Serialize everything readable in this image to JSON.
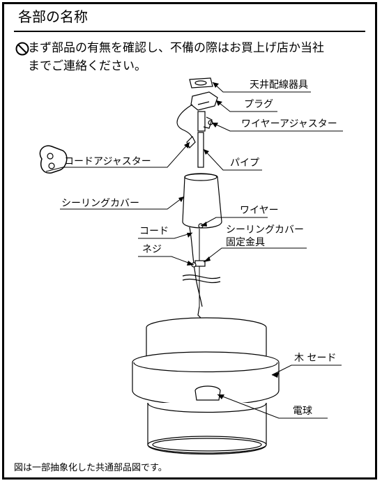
{
  "section": {
    "title": "各部の名称"
  },
  "notice": {
    "text_line1": "まず部品の有無を確認し、不備の際はお買上げ店か当社",
    "text_line2": "までご連絡ください。"
  },
  "labels": {
    "ceiling_fitting": "天井配線器具",
    "plug": "プラグ",
    "wire_adjuster": "ワイヤーアジャスター",
    "cord_adjuster": "コードアジャスター",
    "pipe": "パイプ",
    "ceiling_cover": "シーリングカバー",
    "wire": "ワイヤー",
    "cord": "コード",
    "cover_fixing_line1": "シーリングカバー",
    "cover_fixing_line2": "固定金具",
    "screw": "ネジ",
    "wood_shade": "木 セード",
    "bulb": "電球"
  },
  "footnote": "図は一部抽象化した共通部品図です。"
}
